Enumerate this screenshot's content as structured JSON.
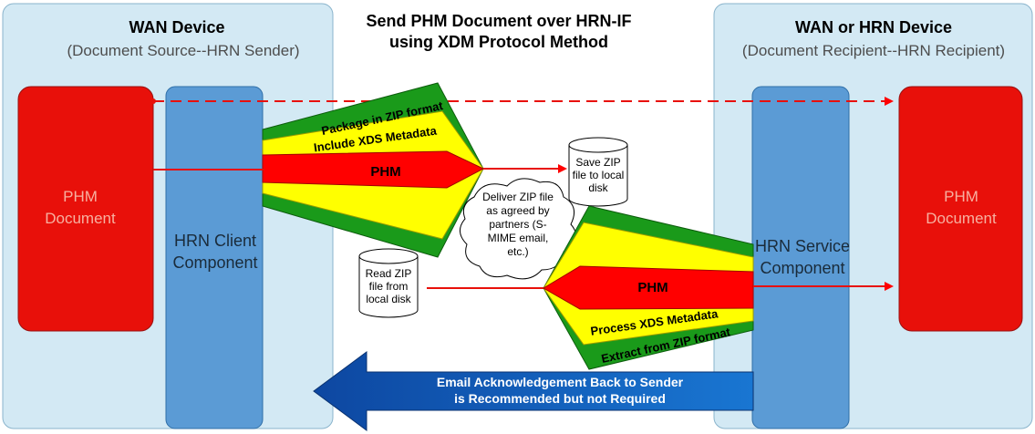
{
  "title": {
    "line1": "Send PHM Document over HRN-IF",
    "line2": "using XDM Protocol Method"
  },
  "left_panel": {
    "title": "WAN Device",
    "subtitle": "(Document Source--HRN Sender)",
    "doc_line1": "PHM",
    "doc_line2": "Document",
    "component_line1": "HRN Client",
    "component_line2": "Component"
  },
  "right_panel": {
    "title": "WAN or HRN Device",
    "subtitle": "(Document Recipient--HRN Recipient)",
    "doc_line1": "PHM",
    "doc_line2": "Document",
    "component_line1": "HRN Service",
    "component_line2": "Component"
  },
  "send_funnel": {
    "outer": "Package in ZIP format",
    "middle": "Include XDS Metadata",
    "inner": "PHM"
  },
  "receive_funnel": {
    "inner": "PHM",
    "middle": "Process XDS Metadata",
    "outer": "Extract from ZIP format"
  },
  "save_disk": [
    "Save ZIP",
    "file to local",
    "disk"
  ],
  "read_disk": [
    "Read ZIP",
    "file from",
    "local disk"
  ],
  "cloud": [
    "Deliver ZIP file",
    "as agreed by",
    "partners (S-",
    "MIME email,",
    "etc.)"
  ],
  "ack": {
    "line1": "Email Acknowledgement Back to Sender",
    "line2": "is Recommended but not Required"
  },
  "colors": {
    "panel": "#d3e9f4",
    "component": "#5b9bd5",
    "document": "#e8100a",
    "green": "#1a9a1a",
    "yellow": "#ffff00",
    "red": "#ff0000",
    "ack": "#1565c0"
  }
}
